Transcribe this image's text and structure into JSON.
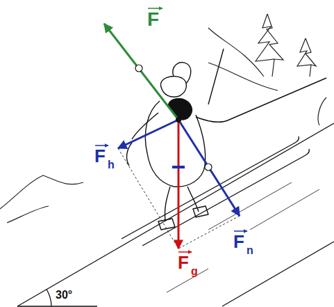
{
  "diagram": {
    "labels": [
      "F",
      "F",
      "h",
      "F",
      "n",
      "F",
      "g",
      "30°"
    ]
  }
}
